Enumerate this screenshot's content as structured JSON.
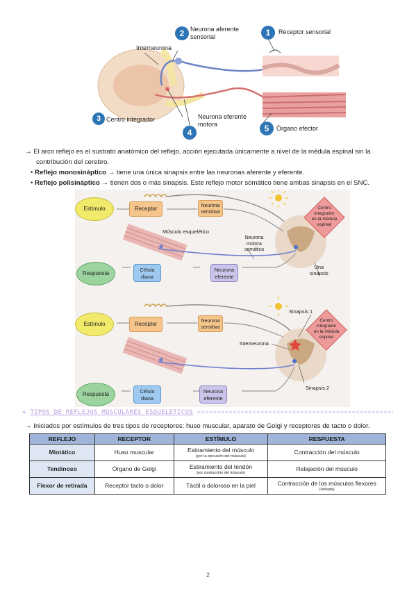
{
  "figure1": {
    "labels": {
      "interneurona": "Interneurona",
      "afferent": [
        "Neurona aferente",
        "sensorial"
      ],
      "receptor": "Receptor sensorial",
      "centro": "Centro integrador",
      "efferent": [
        "Neurona eferente",
        "motora"
      ],
      "organo": "Órgano efector"
    },
    "numbers": [
      "1",
      "2",
      "3",
      "4",
      "5"
    ]
  },
  "intro": {
    "line1": "El arco reflejo es el sustrato anatómico del reflejo, acción ejecutada únicamente a nivel de la médula espinal sin la",
    "line2": "contribución del cerebro.",
    "bullet1_bold": "Reflejo monosináptico",
    "bullet1_text": " → tiene una única sinapsis entre las neuronas aferente y eferente.",
    "bullet2_bold": "Reflejo polisináptico",
    "bullet2_text": " → tienen dos o más sinapsis. Este reflejo motor somático tiene ambas sinapsis en el SNC."
  },
  "figure2": {
    "top": {
      "estimulo": "Estímulo",
      "receptor": "Receptor",
      "neurona_sensitiva": [
        "Neurona",
        "sensitiva"
      ],
      "centro": [
        "Centro",
        "integrador",
        "en la médula",
        "espinal"
      ],
      "musculo": "Músculo esquelético",
      "motora": [
        "Neurona",
        "motora",
        "somática"
      ],
      "respuesta": "Respuesta",
      "celula": [
        "Célula",
        "diana"
      ],
      "eferente": [
        "Neurona",
        "eferente"
      ],
      "sinapsis": [
        "Una",
        "sinapsis"
      ]
    },
    "bottom": {
      "estimulo": "Estímulo",
      "receptor": "Receptor",
      "neurona_sensitiva": [
        "Neurona",
        "sensitiva"
      ],
      "sinapsis1": "Sinapsis 1",
      "centro": [
        "Centro",
        "integrador",
        "en la médula",
        "espinal"
      ],
      "interneurona": "Interneurona",
      "respuesta": "Respuesta",
      "celula": [
        "Célula",
        "diana"
      ],
      "eferente": [
        "Neurona",
        "eferente"
      ],
      "sinapsis2": "Sinapsis 2"
    }
  },
  "section": {
    "title": "TIPOS DE REFLEJOS MUSCULARES ESQUELÉTICOS",
    "line": "Iniciados por estímulos de tres tipos de receptores: huso muscular, aparato de Golgi y receptores de tacto o dolor."
  },
  "table": {
    "headers": [
      "REFLEJO",
      "RECEPTOR",
      "ESTÍMULO",
      "RESPUESTA"
    ],
    "rows": [
      {
        "reflejo": "Miotático",
        "receptor": "Huso muscular",
        "estimulo": "Estiramiento del músculo",
        "estimulo_note": "(por la ejecución del músculo)",
        "respuesta": "Contracción del músculo",
        "respuesta_note": ""
      },
      {
        "reflejo": "Tendinoso",
        "receptor": "Órgano de Golgi",
        "estimulo": "Estiramiento del tendón",
        "estimulo_note": "(por contracción del músculo)",
        "respuesta": "Relajación del músculo",
        "respuesta_note": ""
      },
      {
        "reflejo": "Flexor de retirada",
        "receptor": "Receptor tacto o dolor",
        "estimulo": "Táctil o doloroso en la piel",
        "estimulo_note": "",
        "respuesta": "Contracción de los músculos flexores",
        "respuesta_note": "(retirada)"
      }
    ]
  },
  "page_number": "2",
  "colors": {
    "badge": "#2e75b6",
    "estimulo": "#f2ea6a",
    "respuesta": "#9bd49e",
    "receptor": "#f6c58c",
    "centro": "#ef9a9a",
    "celula": "#9ec9f0",
    "eferente": "#c9c4e8",
    "header": "#9fb4d8"
  }
}
